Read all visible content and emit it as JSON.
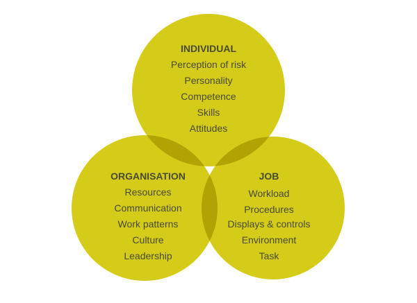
{
  "colors": {
    "circle_fill": "#cfc600",
    "text": "#4a4a33"
  },
  "diagram": {
    "individual": {
      "title": "INDIVIDUAL",
      "items": [
        "Perception of risk",
        "Personality",
        "Competence",
        "Skills",
        "Attitudes"
      ]
    },
    "organisation": {
      "title": "ORGANISATION",
      "items": [
        "Resources",
        "Communication",
        "Work patterns",
        "Culture",
        "Leadership"
      ]
    },
    "job": {
      "title": "JOB",
      "items": [
        "Workload",
        "Procedures",
        "Displays & controls",
        "Environment",
        "Task"
      ]
    }
  }
}
